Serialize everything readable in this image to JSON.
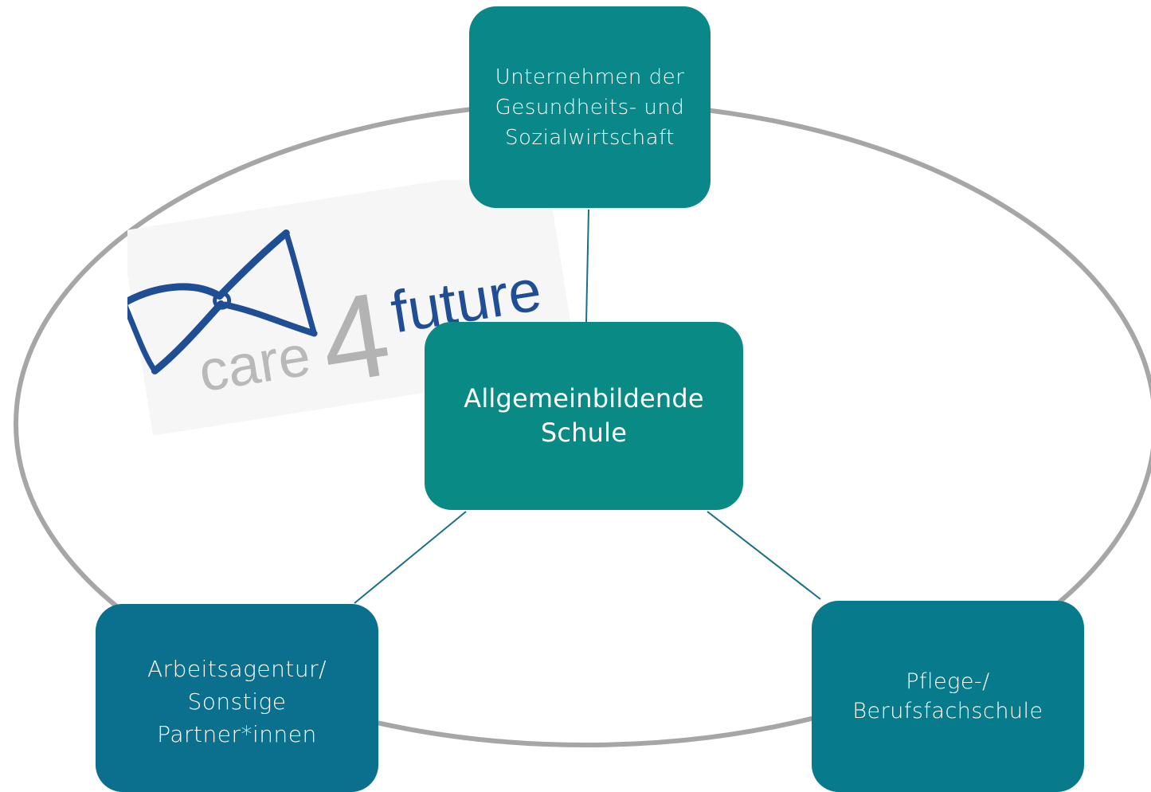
{
  "diagram": {
    "nodes": {
      "top": {
        "label": "Unternehmen der\nGesundheits- und\nSozialwirtschaft"
      },
      "center": {
        "label": "Allgemeinbildende\nSchule"
      },
      "left": {
        "label": "Arbeitsagentur/\nSonstige\nPartner*innen"
      },
      "right": {
        "label": "Pflege-/\nBerufsfachschule"
      }
    },
    "edges": [
      {
        "from": "top",
        "to": "center"
      },
      {
        "from": "center",
        "to": "left"
      },
      {
        "from": "center",
        "to": "right"
      }
    ]
  },
  "logo": {
    "word_care": "care",
    "digit": "4",
    "word_future": "future"
  },
  "colors": {
    "ellipse": "#a6a6a6",
    "connector": "#1b6f86",
    "logo_blue": "#1f4e95",
    "logo_grey": "#b9b9b9"
  }
}
